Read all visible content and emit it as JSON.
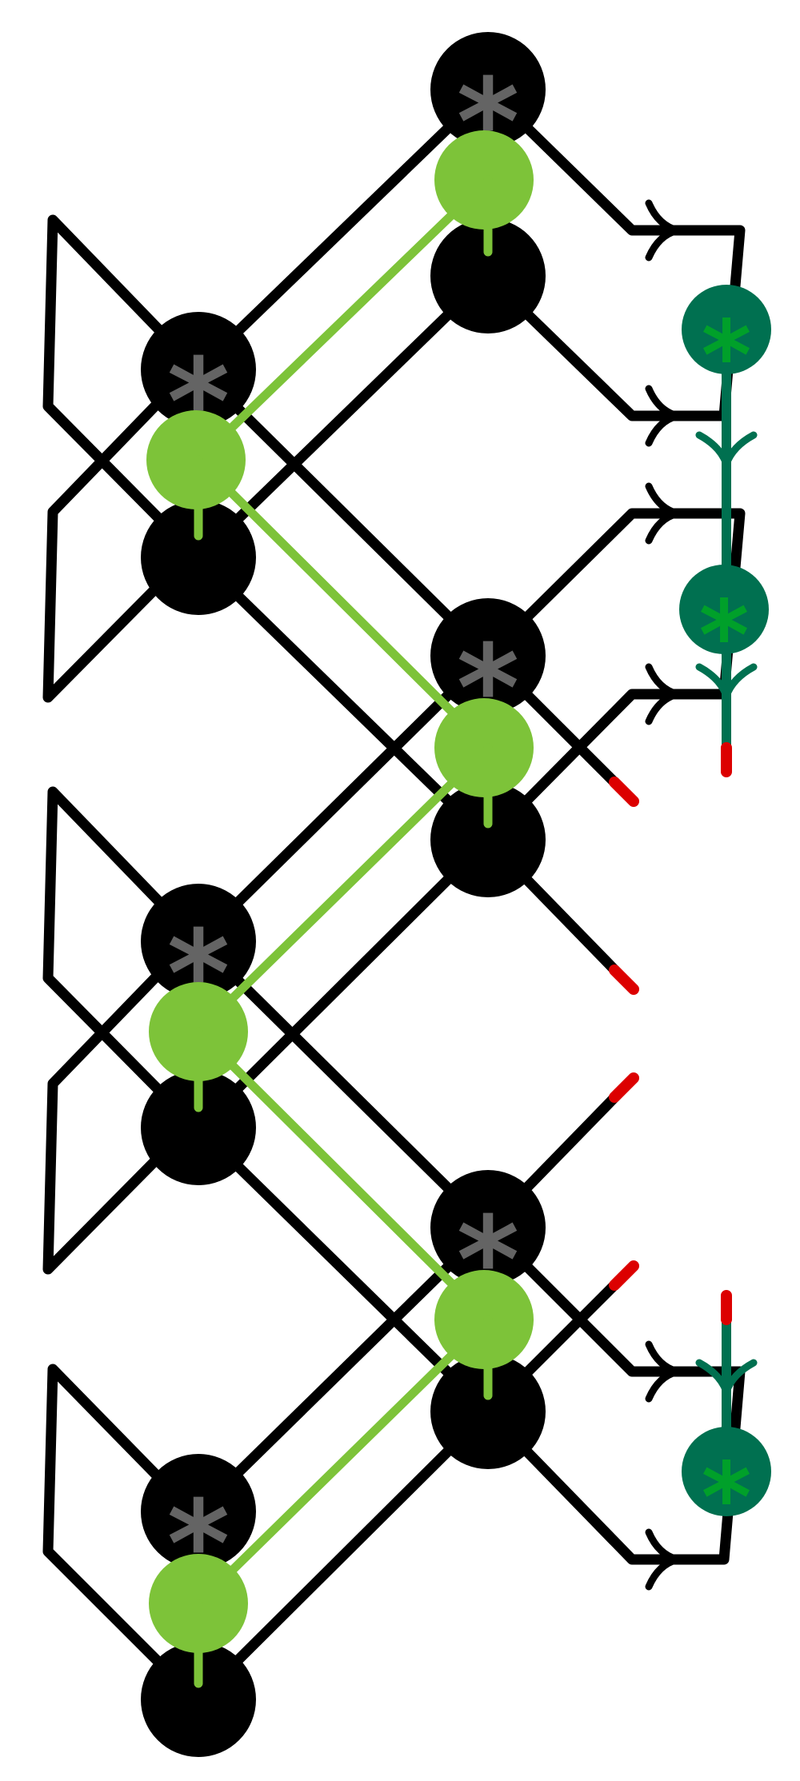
{
  "colors": {
    "background": "#ffffff",
    "wire": "#000000",
    "green_wire": "#7dc339",
    "teal": "#007050",
    "teal_star": "#00a02a",
    "grey_star": "#646464",
    "red_tip": "#dc0000"
  },
  "node_symbol": "*",
  "node_kinds": [
    "black-star-node",
    "light-green-node",
    "black-node",
    "teal-star-node"
  ],
  "icons": [
    "asterisk-icon",
    "branch-arrow-icon",
    "red-tip-icon"
  ]
}
